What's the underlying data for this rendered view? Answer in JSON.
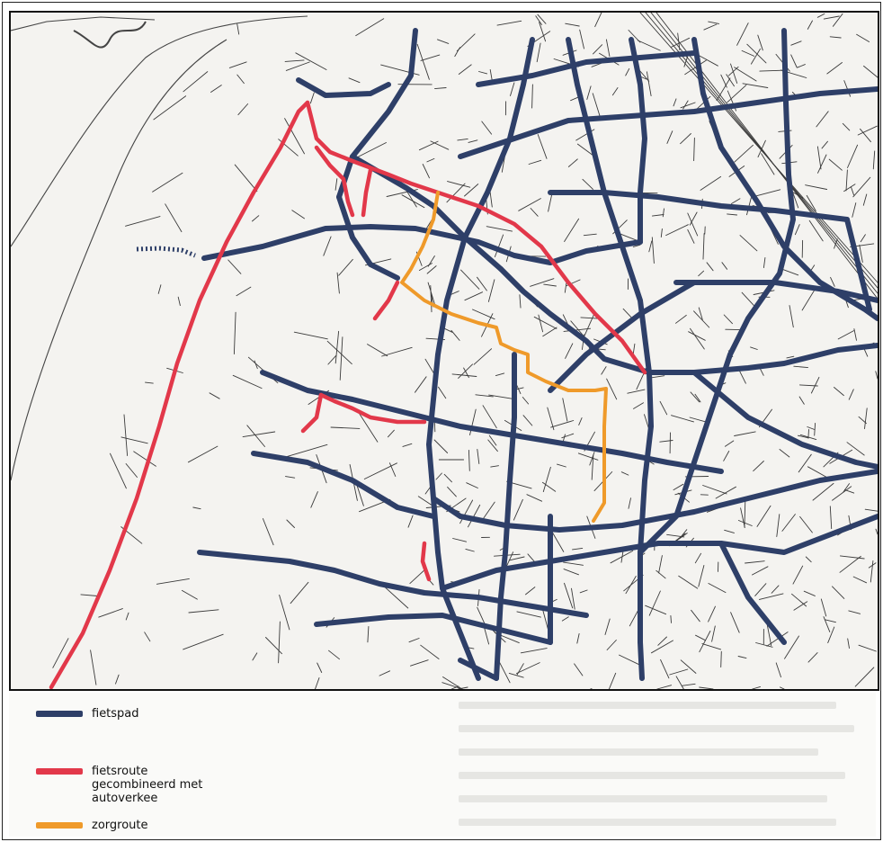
{
  "legend": {
    "items": [
      {
        "label": "fietspad",
        "color": "#2e3f68"
      },
      {
        "label": "fietsroute\ngecombineerd met\nautoverkee",
        "color": "#e2384a"
      },
      {
        "label": "zorgroute",
        "color": "#ef9a2a"
      }
    ]
  },
  "colors": {
    "background": "#f4f3f0",
    "street": "#3a3a3a"
  }
}
